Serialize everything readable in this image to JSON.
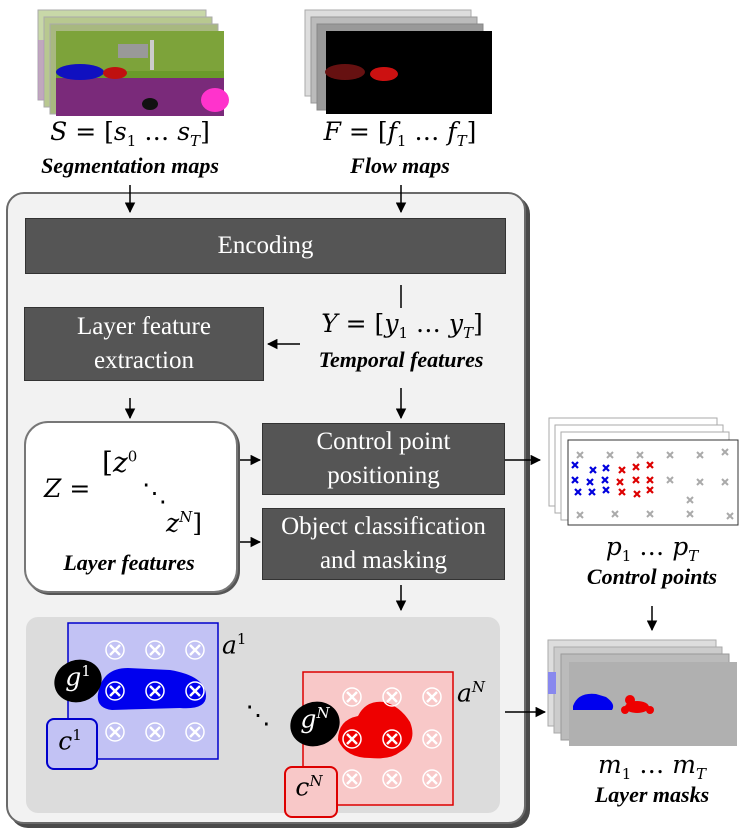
{
  "inputs": {
    "segmentation": {
      "formula": "S = [s₁ … s_T]",
      "caption": "Segmentation maps"
    },
    "flow": {
      "formula": "F = [f₁ … f_T]",
      "caption": "Flow maps"
    }
  },
  "blocks": {
    "encoding": "Encoding",
    "layer_feature_extraction_line1": "Layer feature",
    "layer_feature_extraction_line2": "extraction",
    "control_point_line1": "Control point",
    "control_point_line2": "positioning",
    "object_class_line1": "Object classification",
    "object_class_line2": "and masking"
  },
  "features": {
    "temporal_formula": "Y = [y₁ … y_T]",
    "temporal_caption": "Temporal features",
    "layer_caption": "Layer features"
  },
  "layers": {
    "first": {
      "alpha": "a¹",
      "glyph": "g¹",
      "class": "c¹"
    },
    "last": {
      "alpha": "a^N",
      "glyph": "g^N",
      "class": "c^N"
    },
    "ellipsis": "⋱"
  },
  "outputs": {
    "control_points": {
      "formula": "p₁ … p_T",
      "caption": "Control points"
    },
    "layer_masks": {
      "formula": "m₁ … m_T",
      "caption": "Layer masks"
    }
  },
  "colors": {
    "blue_layer": "#0000ee",
    "red_layer": "#ee0000",
    "dark_block": "#555555",
    "panel": "#f2f2f2"
  }
}
